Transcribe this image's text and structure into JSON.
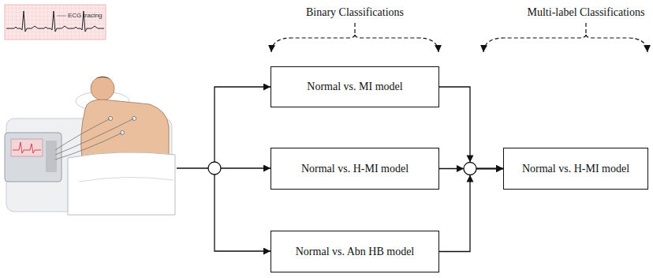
{
  "diagram": {
    "nodes": [
      {
        "text": [
          "Normal vs. MI model"
        ]
      },
      {
        "text": [
          "Normal vs. H-MI model"
        ]
      },
      {
        "text": [
          "Normal vs. Abn HB model"
        ]
      },
      {
        "text": [
          "Normal vs. H-MI model"
        ]
      }
    ],
    "edges": [
      {
        "from": 0,
        "to": 3,
        "arrow": "to"
      },
      {
        "from": 1,
        "to": 3,
        "arrow": "to"
      },
      {
        "from": 2,
        "to": 3,
        "arrow": "to"
      }
    ],
    "labels": [
      "Binary Classifications",
      "Multi-label Classifications",
      "ECG tracing"
    ]
  }
}
